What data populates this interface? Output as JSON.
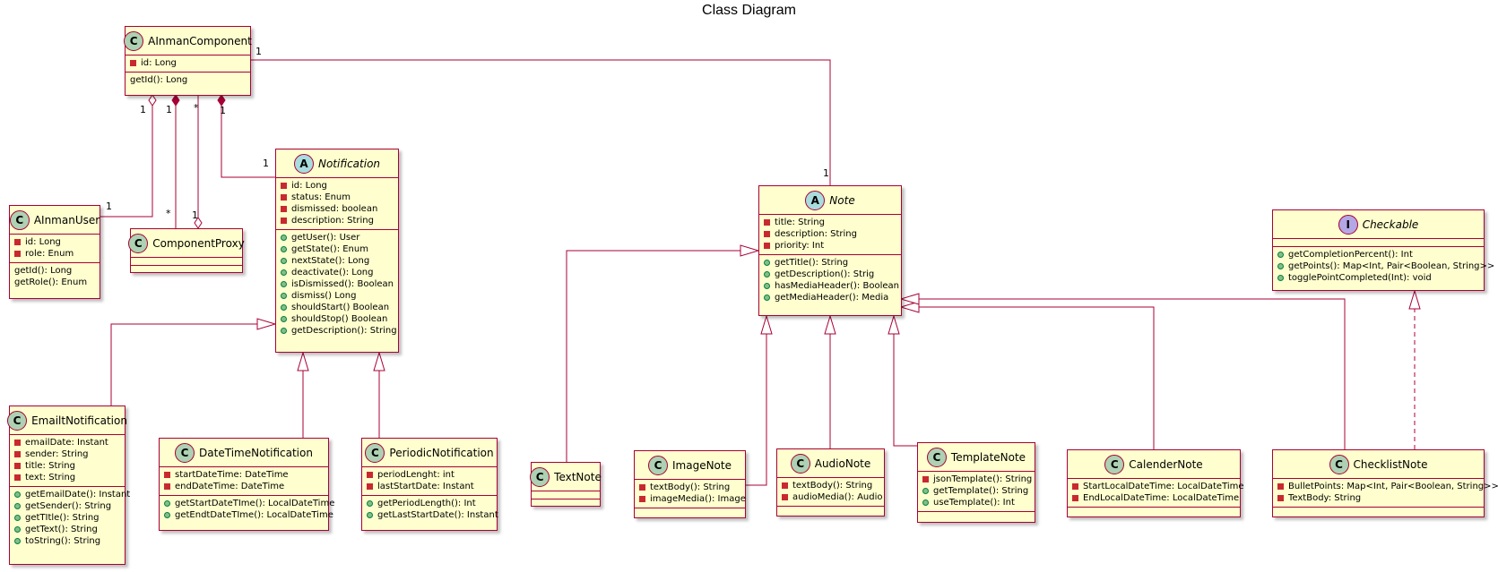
{
  "title": "Class Diagram",
  "classes": {
    "ainman_component": {
      "name": "AInmanComponent",
      "stereotype": "C",
      "fields": [
        {
          "vis": "private",
          "text": "id: Long"
        }
      ],
      "methods": [
        {
          "vis": "none",
          "text": "getId(): Long"
        }
      ]
    },
    "ainman_user": {
      "name": "AInmanUser",
      "stereotype": "C",
      "fields": [
        {
          "vis": "private",
          "text": "id: Long"
        },
        {
          "vis": "private",
          "text": "role: Enum"
        }
      ],
      "methods": [
        {
          "vis": "none",
          "text": "getId(): Long"
        },
        {
          "vis": "none",
          "text": "getRole(): Enum"
        }
      ]
    },
    "component_proxy": {
      "name": "ComponentProxy",
      "stereotype": "C",
      "fields": [],
      "methods": []
    },
    "notification": {
      "name": "Notification",
      "stereotype": "A",
      "fields": [
        {
          "vis": "private",
          "text": "id: Long"
        },
        {
          "vis": "private",
          "text": "status: Enum"
        },
        {
          "vis": "private",
          "text": "dismissed: boolean"
        },
        {
          "vis": "private",
          "text": "description: String"
        }
      ],
      "methods": [
        {
          "vis": "public",
          "text": "getUser(): User"
        },
        {
          "vis": "public",
          "text": "getState(): Enum"
        },
        {
          "vis": "public",
          "text": "nextState(): Long"
        },
        {
          "vis": "public",
          "text": "deactivate(): Long"
        },
        {
          "vis": "public",
          "text": "isDismissed(): Boolean"
        },
        {
          "vis": "public",
          "text": "dismiss() Long"
        },
        {
          "vis": "public",
          "text": "shouldStart() Boolean"
        },
        {
          "vis": "public",
          "text": "shouldStop() Boolean"
        },
        {
          "vis": "public",
          "text": "getDescription(): String"
        }
      ]
    },
    "email_notification": {
      "name": "EmailtNotification",
      "stereotype": "C",
      "fields": [
        {
          "vis": "private",
          "text": "emailDate: Instant"
        },
        {
          "vis": "private",
          "text": "sender: String"
        },
        {
          "vis": "private",
          "text": "title: String"
        },
        {
          "vis": "private",
          "text": "text: String"
        }
      ],
      "methods": [
        {
          "vis": "public",
          "text": "getEmailDate(): Instant"
        },
        {
          "vis": "public",
          "text": "getSender(): String"
        },
        {
          "vis": "public",
          "text": "getTItle(): String"
        },
        {
          "vis": "public",
          "text": "getText(): String"
        },
        {
          "vis": "public",
          "text": "toString(): String"
        }
      ]
    },
    "datetime_notification": {
      "name": "DateTimeNotification",
      "stereotype": "C",
      "fields": [
        {
          "vis": "private",
          "text": "startDateTime: DateTime"
        },
        {
          "vis": "private",
          "text": "endDateTime: DateTime"
        }
      ],
      "methods": [
        {
          "vis": "public",
          "text": "getStartDateTIme(): LocalDateTime"
        },
        {
          "vis": "public",
          "text": "getEndtDateTIme(): LocalDateTime"
        }
      ]
    },
    "periodic_notification": {
      "name": "PeriodicNotification",
      "stereotype": "C",
      "fields": [
        {
          "vis": "private",
          "text": "periodLenght: int"
        },
        {
          "vis": "private",
          "text": "lastStartDate: Instant"
        }
      ],
      "methods": [
        {
          "vis": "public",
          "text": "getPeriodLength(): Int"
        },
        {
          "vis": "public",
          "text": "getLastStartDate(): Instant"
        }
      ]
    },
    "note": {
      "name": "Note",
      "stereotype": "A",
      "fields": [
        {
          "vis": "private",
          "text": "title: String"
        },
        {
          "vis": "private",
          "text": "description: String"
        },
        {
          "vis": "private",
          "text": "priority: Int"
        }
      ],
      "methods": [
        {
          "vis": "public",
          "text": "getTitle(): String"
        },
        {
          "vis": "public",
          "text": "getDescription(): Strig"
        },
        {
          "vis": "public",
          "text": "hasMediaHeader(): Boolean"
        },
        {
          "vis": "public",
          "text": "getMediaHeader(): Media"
        }
      ]
    },
    "checkable": {
      "name": "Checkable",
      "stereotype": "I",
      "fields": [],
      "methods": [
        {
          "vis": "public",
          "text": "getCompletionPercent(): Int"
        },
        {
          "vis": "public",
          "text": "getPoints(): Map<Int, Pair<Boolean, String>>"
        },
        {
          "vis": "public",
          "text": "togglePointCompleted(Int): void"
        }
      ]
    },
    "text_note": {
      "name": "TextNote",
      "stereotype": "C",
      "fields": [],
      "methods": []
    },
    "image_note": {
      "name": "ImageNote",
      "stereotype": "C",
      "fields": [
        {
          "vis": "private",
          "text": "textBody(): String"
        },
        {
          "vis": "private",
          "text": "imageMedia(): Image"
        }
      ],
      "methods": []
    },
    "audio_note": {
      "name": "AudioNote",
      "stereotype": "C",
      "fields": [
        {
          "vis": "private",
          "text": "textBody(): String"
        },
        {
          "vis": "private",
          "text": "audioMedia(): Audio"
        }
      ],
      "methods": []
    },
    "template_note": {
      "name": "TemplateNote",
      "stereotype": "C",
      "fields": [
        {
          "vis": "private",
          "text": "jsonTemplate(): String"
        },
        {
          "vis": "public",
          "text": "getTemplate(): String"
        },
        {
          "vis": "public",
          "text": "useTemplate(): Int"
        }
      ],
      "methods": []
    },
    "calender_note": {
      "name": "CalenderNote",
      "stereotype": "C",
      "fields": [
        {
          "vis": "private",
          "text": "StartLocalDateTime: LocalDateTime"
        },
        {
          "vis": "private",
          "text": "EndLocalDateTime: LocalDateTime"
        }
      ],
      "methods": []
    },
    "checklist_note": {
      "name": "ChecklistNote",
      "stereotype": "C",
      "fields": [
        {
          "vis": "private",
          "text": "BulletPoints: Map<Int, Pair<Boolean, String>>"
        },
        {
          "vis": "private",
          "text": "TextBody: String"
        }
      ],
      "methods": []
    }
  },
  "multiplicities": {
    "comp_user_a": "1",
    "comp_user_b": "1",
    "comp_proxy_a": "1",
    "comp_proxy_b": "*",
    "comp_proxy2_a": "*",
    "comp_proxy2_b": "1",
    "comp_notif_a": "1",
    "comp_notif_b": "1",
    "comp_note_a": "1",
    "comp_note_b": "1"
  },
  "colors": {
    "class_fill": "#fefece",
    "border": "#a80036",
    "class_badge": "#add1b2",
    "abstract_badge": "#a9dcdf",
    "interface_badge": "#b4a7e5"
  }
}
